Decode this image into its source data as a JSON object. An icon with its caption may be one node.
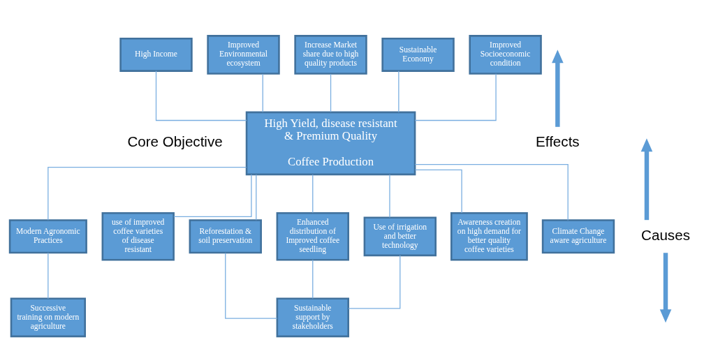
{
  "diagram": {
    "nodes": [
      {
        "text": [
          "High Income"
        ]
      },
      {
        "text": [
          "Increase Market share due to high quality products"
        ]
      },
      {
        "text": [
          "Sustainable Economy"
        ]
      },
      {
        "text": [
          "Improved Socioeconomic condition"
        ]
      },
      {
        "text": [
          "Improved Environmental ecosystem"
        ]
      },
      {
        "text": [
          "High Yield, disease resistant & Premium Quality",
          "Coffee Production"
        ]
      },
      {
        "text": [
          "Climate Change aware agriculture"
        ]
      },
      {
        "text": [
          "Modern Agronomic Practices"
        ]
      },
      {
        "text": [
          "use of improved coffee varieties of disease resistant"
        ]
      },
      {
        "text": [
          "Reforestation & soil preservation"
        ]
      },
      {
        "text": [
          "Enhanced distribution of Improved coffee seedling"
        ]
      },
      {
        "text": [
          "Use of irrigation and better technology"
        ]
      },
      {
        "text": [
          "Awareness creation on high demand for better quality coffee varieties"
        ]
      },
      {
        "text": [
          "Successive training on modern agriculture"
        ]
      },
      {
        "text": [
          "Sustainable support by stakeholders"
        ]
      }
    ],
    "edges": [
      {
        "from": 0,
        "to": 5,
        "arrow": "none"
      },
      {
        "from": 1,
        "to": 5,
        "arrow": "none"
      },
      {
        "from": 2,
        "to": 5,
        "arrow": "none"
      },
      {
        "from": 3,
        "to": 5,
        "arrow": "none"
      },
      {
        "from": 4,
        "to": 5,
        "arrow": "none"
      },
      {
        "from": 5,
        "to": 6,
        "arrow": "none"
      },
      {
        "from": 5,
        "to": 7,
        "arrow": "none"
      },
      {
        "from": 5,
        "to": 8,
        "arrow": "none"
      },
      {
        "from": 5,
        "to": 9,
        "arrow": "none"
      },
      {
        "from": 5,
        "to": 10,
        "arrow": "none"
      },
      {
        "from": 5,
        "to": 11,
        "arrow": "none"
      },
      {
        "from": 5,
        "to": 12,
        "arrow": "none"
      },
      {
        "from": 7,
        "to": 13,
        "arrow": "none"
      },
      {
        "from": 9,
        "to": 14,
        "arrow": "none"
      },
      {
        "from": 10,
        "to": 14,
        "arrow": "none"
      },
      {
        "from": 11,
        "to": 14,
        "arrow": "none"
      }
    ],
    "labels": [
      "Core Objective",
      "Effects",
      "Causes"
    ]
  }
}
